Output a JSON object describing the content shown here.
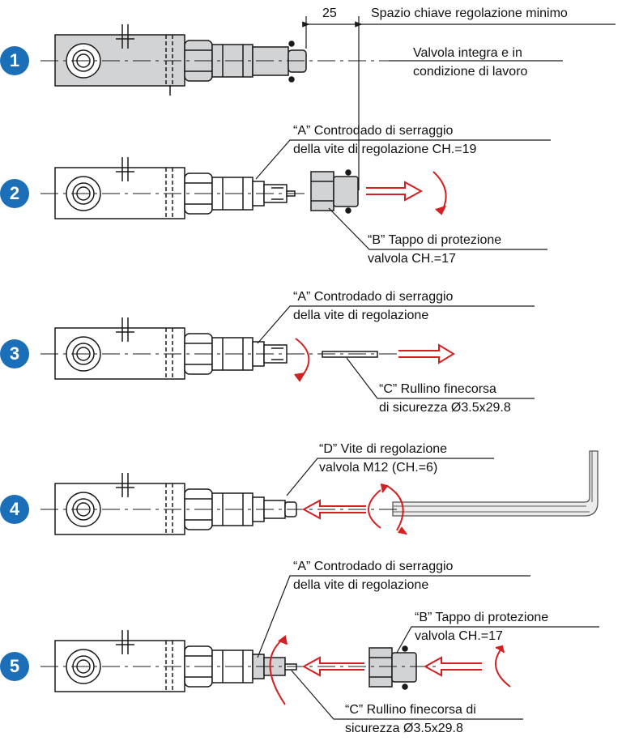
{
  "colors": {
    "badge": "#1b6fb8",
    "arrow": "#d42020",
    "valve_fill": "#d2d3d5",
    "line": "#1a1a1a"
  },
  "dimension": {
    "value": "25",
    "label": "Spazio chiave regolazione minimo"
  },
  "steps": [
    {
      "number": "1",
      "labels": [
        {
          "lines": [
            "Valvola integra e in",
            "condizione di lavoro"
          ]
        }
      ]
    },
    {
      "number": "2",
      "labels": [
        {
          "lines": [
            "“A” Controdado di serraggio",
            "della vite di regolazione CH.=19"
          ]
        },
        {
          "lines": [
            "“B” Tappo di protezione",
            "valvola CH.=17"
          ]
        }
      ]
    },
    {
      "number": "3",
      "labels": [
        {
          "lines": [
            "“A” Controdado di serraggio",
            "della vite di regolazione"
          ]
        },
        {
          "lines": [
            "“C” Rullino finecorsa",
            "di sicurezza Ø3.5x29.8"
          ]
        }
      ]
    },
    {
      "number": "4",
      "labels": [
        {
          "lines": [
            "“D” Vite di regolazione",
            "valvola M12 (CH.=6)"
          ]
        }
      ]
    },
    {
      "number": "5",
      "labels": [
        {
          "lines": [
            "“A” Controdado di serraggio",
            "della vite di regolazione"
          ]
        },
        {
          "lines": [
            "“B” Tappo di protezione",
            "valvola CH.=17"
          ]
        },
        {
          "lines": [
            "“C” Rullino finecorsa di",
            "sicurezza Ø3.5x29.8"
          ]
        }
      ]
    }
  ]
}
